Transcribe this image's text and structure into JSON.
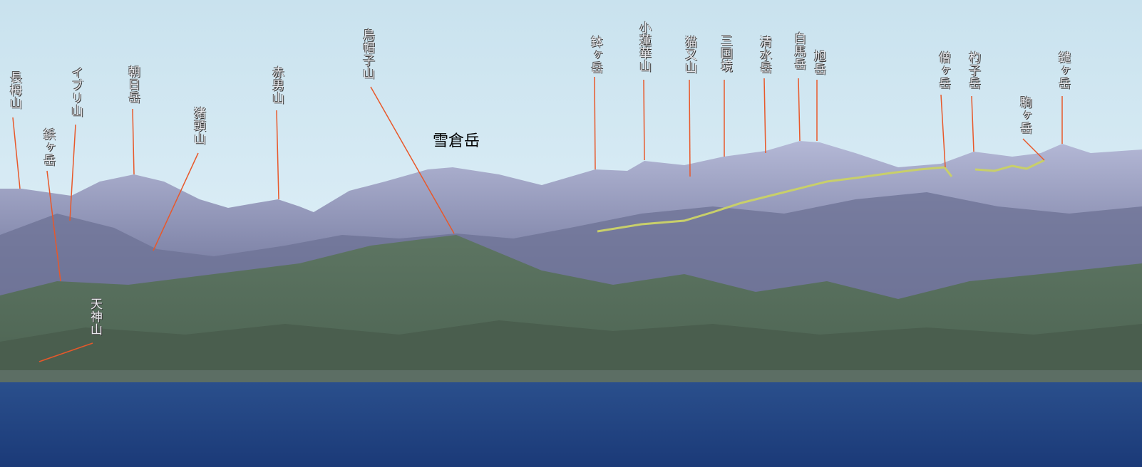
{
  "title_label": "雪倉岳",
  "peaks": [
    {
      "name": "長栂山"
    },
    {
      "name": "鋲ヶ岳"
    },
    {
      "name": "イブリ山"
    },
    {
      "name": "朝日岳"
    },
    {
      "name": "猪頭山"
    },
    {
      "name": "赤男山"
    },
    {
      "name": "烏帽子山"
    },
    {
      "name": "鉢ヶ岳"
    },
    {
      "name": "小蓮華山"
    },
    {
      "name": "猫又山"
    },
    {
      "name": "三国境"
    },
    {
      "name": "清水岳"
    },
    {
      "name": "白馬岳"
    },
    {
      "name": "旭岳"
    },
    {
      "name": "僧ヶ岳"
    },
    {
      "name": "杓子岳"
    },
    {
      "name": "駒ヶ岳"
    },
    {
      "name": "鑓ヶ岳"
    },
    {
      "name": "天神山"
    }
  ],
  "colors": {
    "leader_line": "#e8582a",
    "route": "#c8cf6a",
    "sky_top": "#d6ecf5",
    "lake": "#1f3f80"
  }
}
